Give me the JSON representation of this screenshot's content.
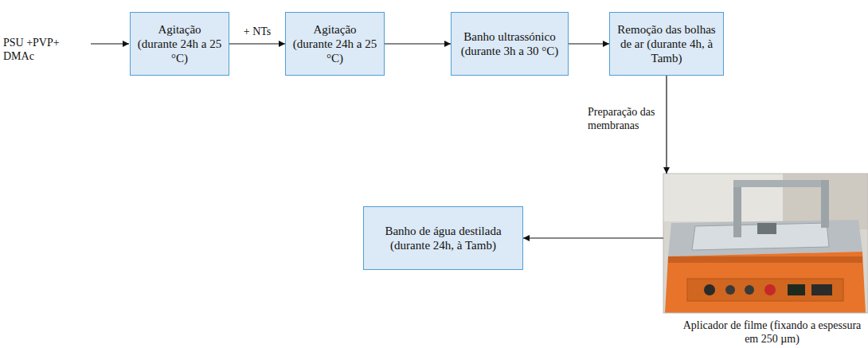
{
  "diagram": {
    "nodes": [
      {
        "text": [
          "Agitação (durante 24h a 25 °C)"
        ]
      },
      {
        "text": [
          "Agitação (durante 24h a 25 °C)"
        ]
      },
      {
        "text": [
          "Banho ultrassónico (durante 3h a 30 °C)"
        ]
      },
      {
        "text": [
          "Remoção das bolhas de ar (durante 4h, à Tamb)"
        ]
      },
      {
        "text": [
          "Aplicador de filme (fixando a espessura em 250 µm)"
        ]
      },
      {
        "text": [
          "Banho de água destilada (durante 24h, à Tamb)"
        ]
      }
    ],
    "edges": [
      {
        "from": 0,
        "to": 1,
        "arrow": "to",
        "label": "+ NTs"
      },
      {
        "from": 1,
        "to": 2,
        "arrow": "to"
      },
      {
        "from": 2,
        "to": 3,
        "arrow": "to"
      },
      {
        "from": 3,
        "to": 4,
        "arrow": "to",
        "label": "Preparação das membranas"
      },
      {
        "from": 4,
        "to": 5,
        "arrow": "to"
      }
    ],
    "labels": [
      "PSU +PVP+ DMAc"
    ]
  }
}
